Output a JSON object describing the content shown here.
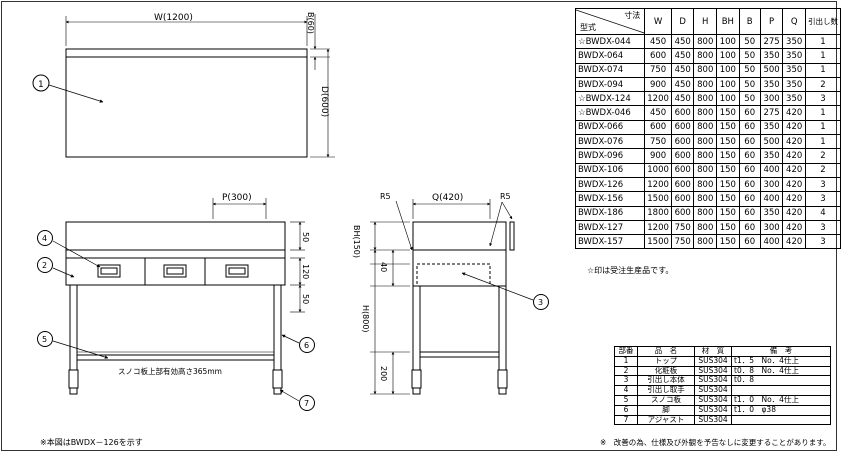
{
  "spec_table": {
    "header": {
      "dim_label": "寸法",
      "type_label": "型式",
      "columns": [
        "W",
        "D",
        "H",
        "BH",
        "B",
        "P",
        "Q",
        "引出し数"
      ]
    },
    "rows": [
      [
        "☆BWDX-044",
        "450",
        "450",
        "800",
        "100",
        "50",
        "275",
        "350",
        "1"
      ],
      [
        "BWDX-064",
        "600",
        "450",
        "800",
        "100",
        "50",
        "350",
        "350",
        "1"
      ],
      [
        "BWDX-074",
        "750",
        "450",
        "800",
        "100",
        "50",
        "500",
        "350",
        "1"
      ],
      [
        "BWDX-094",
        "900",
        "450",
        "800",
        "100",
        "50",
        "350",
        "350",
        "2"
      ],
      [
        "☆BWDX-124",
        "1200",
        "450",
        "800",
        "100",
        "50",
        "300",
        "350",
        "3"
      ],
      [
        "☆BWDX-046",
        "450",
        "600",
        "800",
        "150",
        "60",
        "275",
        "420",
        "1"
      ],
      [
        "BWDX-066",
        "600",
        "600",
        "800",
        "150",
        "60",
        "350",
        "420",
        "1"
      ],
      [
        "BWDX-076",
        "750",
        "600",
        "800",
        "150",
        "60",
        "500",
        "420",
        "1"
      ],
      [
        "BWDX-096",
        "900",
        "600",
        "800",
        "150",
        "60",
        "350",
        "420",
        "2"
      ],
      [
        "BWDX-106",
        "1000",
        "600",
        "800",
        "150",
        "60",
        "400",
        "420",
        "2"
      ],
      [
        "BWDX-126",
        "1200",
        "600",
        "800",
        "150",
        "60",
        "300",
        "420",
        "3"
      ],
      [
        "BWDX-156",
        "1500",
        "600",
        "800",
        "150",
        "60",
        "400",
        "420",
        "3"
      ],
      [
        "BWDX-186",
        "1800",
        "600",
        "800",
        "150",
        "60",
        "350",
        "420",
        "4"
      ],
      [
        "BWDX-127",
        "1200",
        "750",
        "800",
        "150",
        "60",
        "300",
        "420",
        "3"
      ],
      [
        "BWDX-157",
        "1500",
        "750",
        "800",
        "150",
        "60",
        "400",
        "420",
        "3"
      ]
    ],
    "footnote": "☆印は受注生産品です。"
  },
  "parts_table": {
    "header": [
      "部番",
      "品　名",
      "材　質",
      "備　考"
    ],
    "rows": [
      [
        "1",
        "トップ",
        "SUS304",
        "t1．5　No．4仕上"
      ],
      [
        "2",
        "化粧板",
        "SUS304",
        "t0．8　No．4仕上"
      ],
      [
        "3",
        "引出し本体",
        "SUS304",
        "t0．8"
      ],
      [
        "4",
        "引出し取手",
        "SUS304",
        ""
      ],
      [
        "5",
        "スノコ板",
        "SUS304",
        "t1．0　No．4仕上"
      ],
      [
        "6",
        "脚",
        "SUS304",
        "t1．0　φ38"
      ],
      [
        "7",
        "アジャスト",
        "SUS304",
        ""
      ]
    ]
  },
  "drawing": {
    "top_view": {
      "width_label": "W(1200)",
      "b_label": "B(60)",
      "d_label": "D(600)",
      "callout": "1"
    },
    "front_view": {
      "p_label": "P(300)",
      "dim_top": "50",
      "dim_mid": "120",
      "dim_bot": "50",
      "callouts": [
        "4",
        "2",
        "5",
        "6",
        "7"
      ],
      "sunoko_note": "スノコ板上部有効高さ365mm"
    },
    "side_view": {
      "r_left": "R5",
      "r_right": "R5",
      "q_label": "Q(420)",
      "bh_label": "BH(150)",
      "dim_40": "40",
      "h_label": "H(800)",
      "dim_200": "200",
      "callout": "3"
    }
  },
  "notes": {
    "bottom_left": "※本図はBWDX－126を示す",
    "bottom_right": "※　改善の為、仕様及び外観を予告なしに変更することがあります。"
  }
}
